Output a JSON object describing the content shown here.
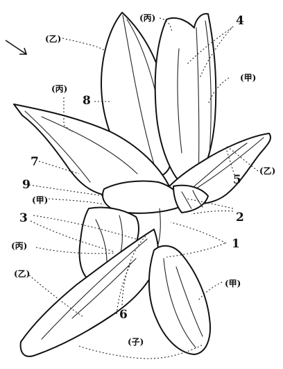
{
  "labels": {
    "top_hei": "(丙)",
    "top_otsu": "(乙)",
    "n4": "4",
    "right_ko": "(甲)",
    "left_hei": "(丙)",
    "n8": "8",
    "n7": "7",
    "right_otsu": "(乙)",
    "n5": "5",
    "n9": "9",
    "left_ko": "(甲)",
    "n2": "2",
    "n3": "3",
    "n1": "1",
    "left_hei2": "(丙)",
    "bottom_otsu": "(乙)",
    "bottom_ko": "(甲)",
    "n6": "6",
    "bottom_shi": "(子)"
  }
}
